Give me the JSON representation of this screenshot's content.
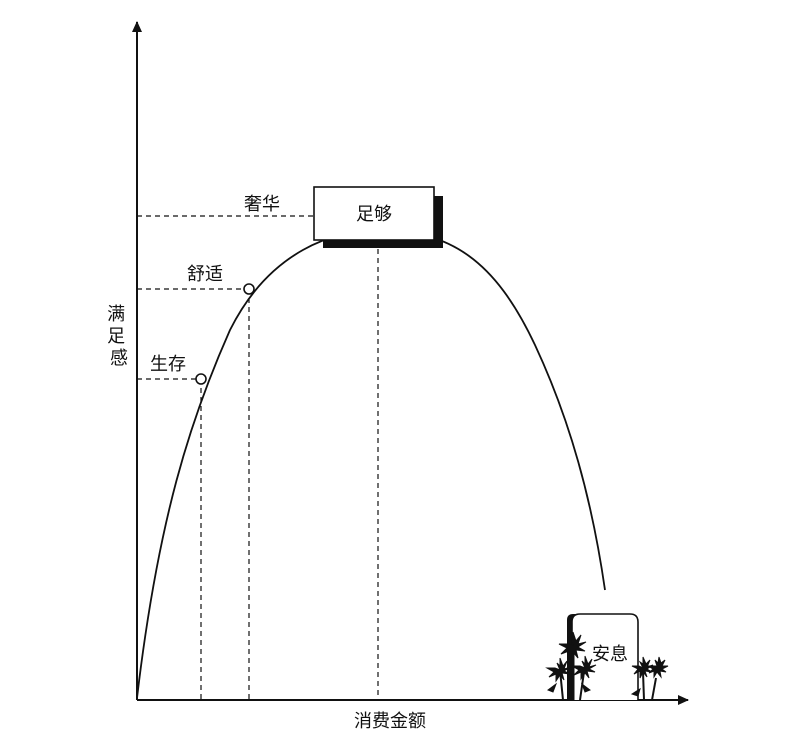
{
  "diagram": {
    "axes": {
      "x_label": "消费金额",
      "y_label": "满足感"
    },
    "stages": {
      "survival": "生存",
      "comfort": "舒适",
      "luxury": "奢华",
      "enough": "足够"
    },
    "tomb": {
      "label": "安息"
    },
    "colors": {
      "ink": "#111111",
      "background": "#ffffff"
    }
  }
}
